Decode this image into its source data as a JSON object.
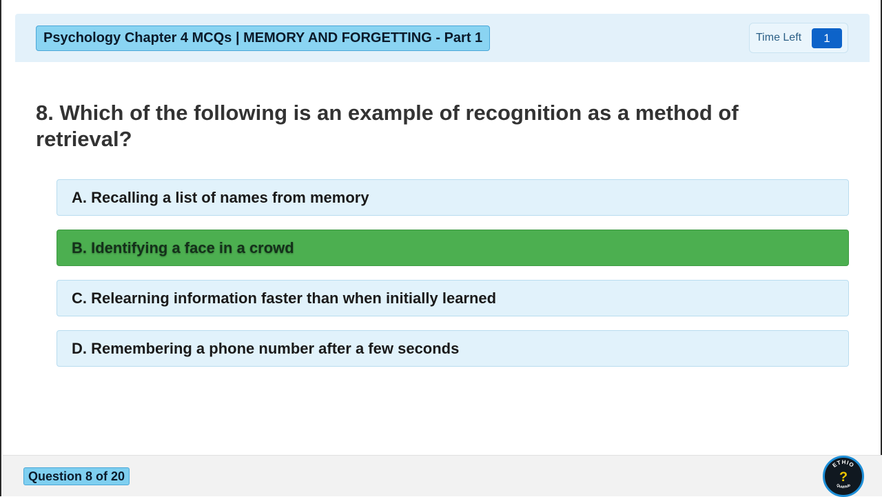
{
  "header": {
    "title": "Psychology Chapter 4 MCQs | MEMORY AND FORGETTING - Part 1",
    "timer_label": "Time Left",
    "timer_value": "1"
  },
  "question": {
    "text": "8. Which of the following is an example of recognition as a method of retrieval?"
  },
  "options": [
    {
      "text": "A. Recalling a list of names from memory",
      "state": "normal"
    },
    {
      "text": "B. Identifying a face in a crowd",
      "state": "correct"
    },
    {
      "text": "C. Relearning information faster than when initially learned",
      "state": "normal"
    },
    {
      "text": "D. Remembering a phone number after a few seconds",
      "state": "normal"
    }
  ],
  "footer": {
    "counter": "Question 8 of 20",
    "logo": {
      "top_text": "ETHIO",
      "bottom_text": "QuizHub",
      "mark": "?"
    }
  },
  "colors": {
    "correct": "#4caf50",
    "option_bg": "#e1f2fb",
    "accent": "#0d63c9"
  }
}
